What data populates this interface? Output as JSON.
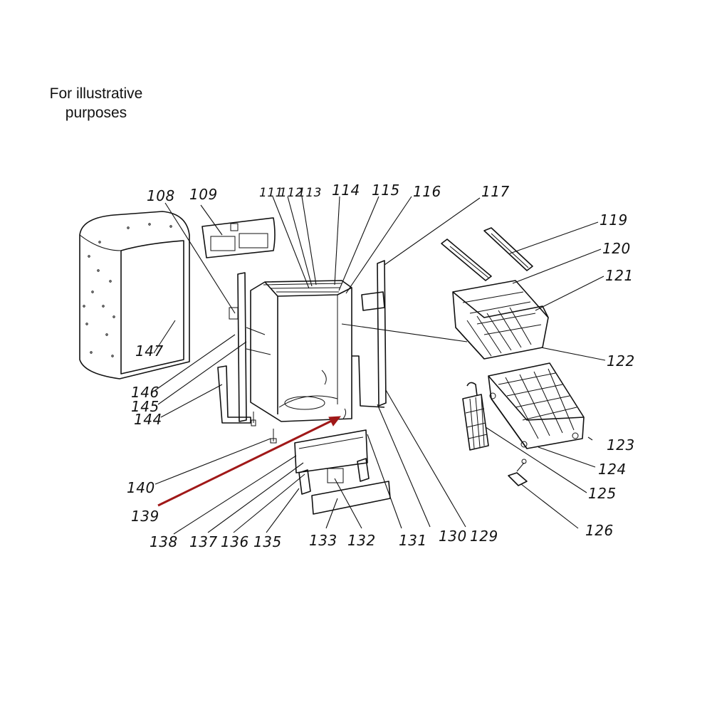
{
  "caption": {
    "line1": "For illustrative",
    "line2": "purposes"
  },
  "callouts": {
    "c108": "108",
    "c109": "109",
    "c111": "111",
    "c112": "112",
    "c113": "113",
    "c114": "114",
    "c115": "115",
    "c116": "116",
    "c117": "117",
    "c119": "119",
    "c120": "120",
    "c121": "121",
    "c122": "122",
    "c123": "123",
    "c124": "124",
    "c125": "125",
    "c126": "126",
    "c129": "129",
    "c130": "130",
    "c131": "131",
    "c132": "132",
    "c133": "133",
    "c135": "135",
    "c136": "136",
    "c137": "137",
    "c138": "138",
    "c139": "139",
    "c140": "140",
    "c144": "144",
    "c145": "145",
    "c146": "146",
    "c147": "147"
  },
  "highlight": {
    "part": "139",
    "color": "#a01818"
  }
}
